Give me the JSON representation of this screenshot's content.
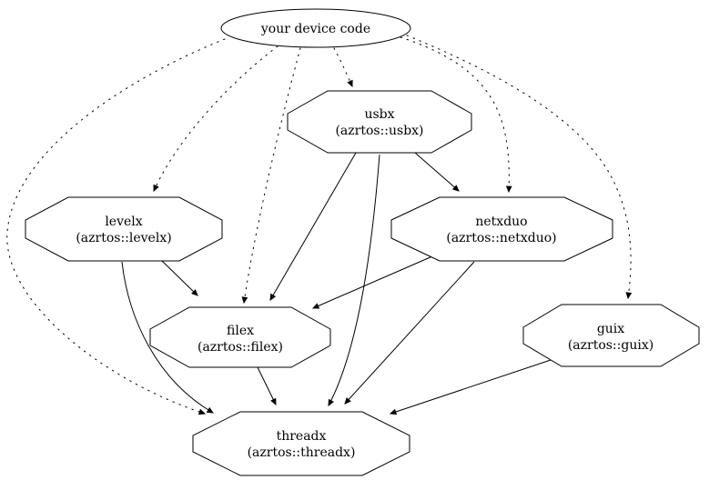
{
  "diagram": {
    "kind": "dependency-graph",
    "background_color": "#ffffff",
    "line_color": "#000000",
    "node_fill_color": "#ffffff",
    "nodes": [
      {
        "id": "your-device-code",
        "shape": "ellipse",
        "label": "your device code"
      },
      {
        "id": "usbx",
        "shape": "octagon",
        "label": "usbx",
        "sublabel": "(azrtos::usbx)"
      },
      {
        "id": "levelx",
        "shape": "octagon",
        "label": "levelx",
        "sublabel": "(azrtos::levelx)"
      },
      {
        "id": "netxduo",
        "shape": "octagon",
        "label": "netxduo",
        "sublabel": "(azrtos::netxduo)"
      },
      {
        "id": "filex",
        "shape": "octagon",
        "label": "filex",
        "sublabel": "(azrtos::filex)"
      },
      {
        "id": "guix",
        "shape": "octagon",
        "label": "guix",
        "sublabel": "(azrtos::guix)"
      },
      {
        "id": "threadx",
        "shape": "octagon",
        "label": "threadx",
        "sublabel": "(azrtos::threadx)"
      }
    ],
    "edges": [
      {
        "from": "your-device-code",
        "to": "usbx",
        "style": "dotted"
      },
      {
        "from": "your-device-code",
        "to": "levelx",
        "style": "dotted"
      },
      {
        "from": "your-device-code",
        "to": "filex",
        "style": "dotted"
      },
      {
        "from": "your-device-code",
        "to": "netxduo",
        "style": "dotted"
      },
      {
        "from": "your-device-code",
        "to": "guix",
        "style": "dotted"
      },
      {
        "from": "your-device-code",
        "to": "threadx",
        "style": "dotted"
      },
      {
        "from": "usbx",
        "to": "netxduo",
        "style": "solid"
      },
      {
        "from": "usbx",
        "to": "filex",
        "style": "solid"
      },
      {
        "from": "usbx",
        "to": "threadx",
        "style": "solid"
      },
      {
        "from": "levelx",
        "to": "filex",
        "style": "solid"
      },
      {
        "from": "levelx",
        "to": "threadx",
        "style": "solid"
      },
      {
        "from": "netxduo",
        "to": "filex",
        "style": "solid"
      },
      {
        "from": "netxduo",
        "to": "threadx",
        "style": "solid"
      },
      {
        "from": "filex",
        "to": "threadx",
        "style": "solid"
      },
      {
        "from": "guix",
        "to": "threadx",
        "style": "solid"
      }
    ]
  }
}
